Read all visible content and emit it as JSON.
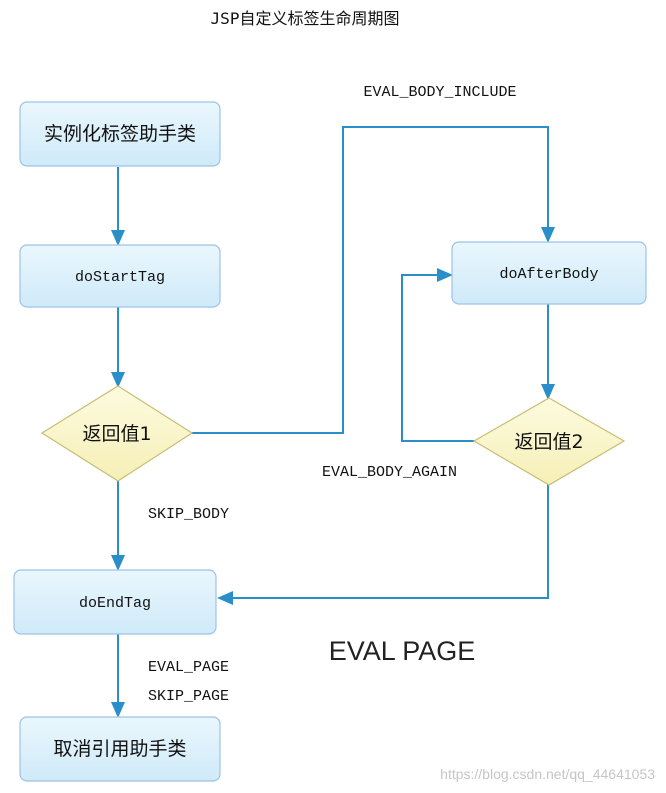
{
  "title": "JSP自定义标签生命周期图",
  "nodes": {
    "instantiate": "实例化标签助手类",
    "do_start_tag": "doStartTag",
    "return_value_1": "返回值1",
    "do_end_tag": "doEndTag",
    "release": "取消引用助手类",
    "do_after_body": "doAfterBody",
    "return_value_2": "返回值2"
  },
  "edge_labels": {
    "eval_body_include": "EVAL_BODY_INCLUDE",
    "skip_body": "SKIP_BODY",
    "eval_body_again": "EVAL_BODY_AGAIN",
    "eval_page": "EVAL_PAGE",
    "skip_page": "SKIP_PAGE",
    "eval_page_large": "EVAL PAGE"
  },
  "watermark": "https://blog.csdn.net/qq_44641053",
  "colors": {
    "box_fill_top": "#e8f6fd",
    "box_fill_bottom": "#d2ecfa",
    "box_stroke": "#9cc3e6",
    "diamond_fill": "#fbf7cc",
    "diamond_stroke": "#c7bd73",
    "connector": "#2a8fc9"
  }
}
